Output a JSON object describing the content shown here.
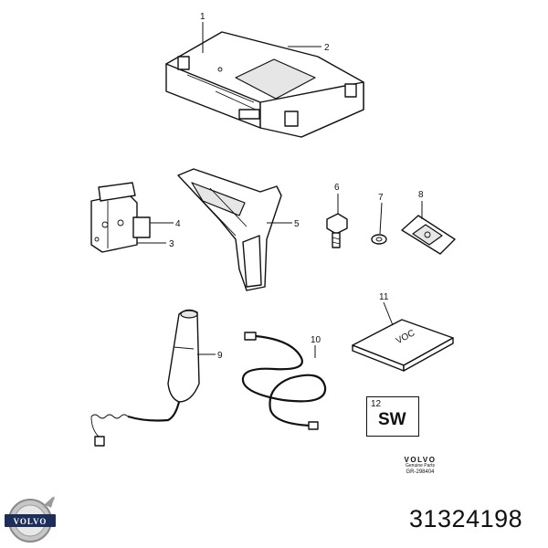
{
  "callouts": [
    "1",
    "2",
    "3",
    "4",
    "5",
    "6",
    "7",
    "8",
    "9",
    "10",
    "11",
    "12"
  ],
  "sw_box": {
    "number": "12",
    "label": "SW"
  },
  "manual_cover_text": "VOC",
  "brand": {
    "name": "VOLVO",
    "subtitle": "Genuine Parts",
    "reference": "GR-298404"
  },
  "logo_text": "VOLVO",
  "part_number": "31324198"
}
